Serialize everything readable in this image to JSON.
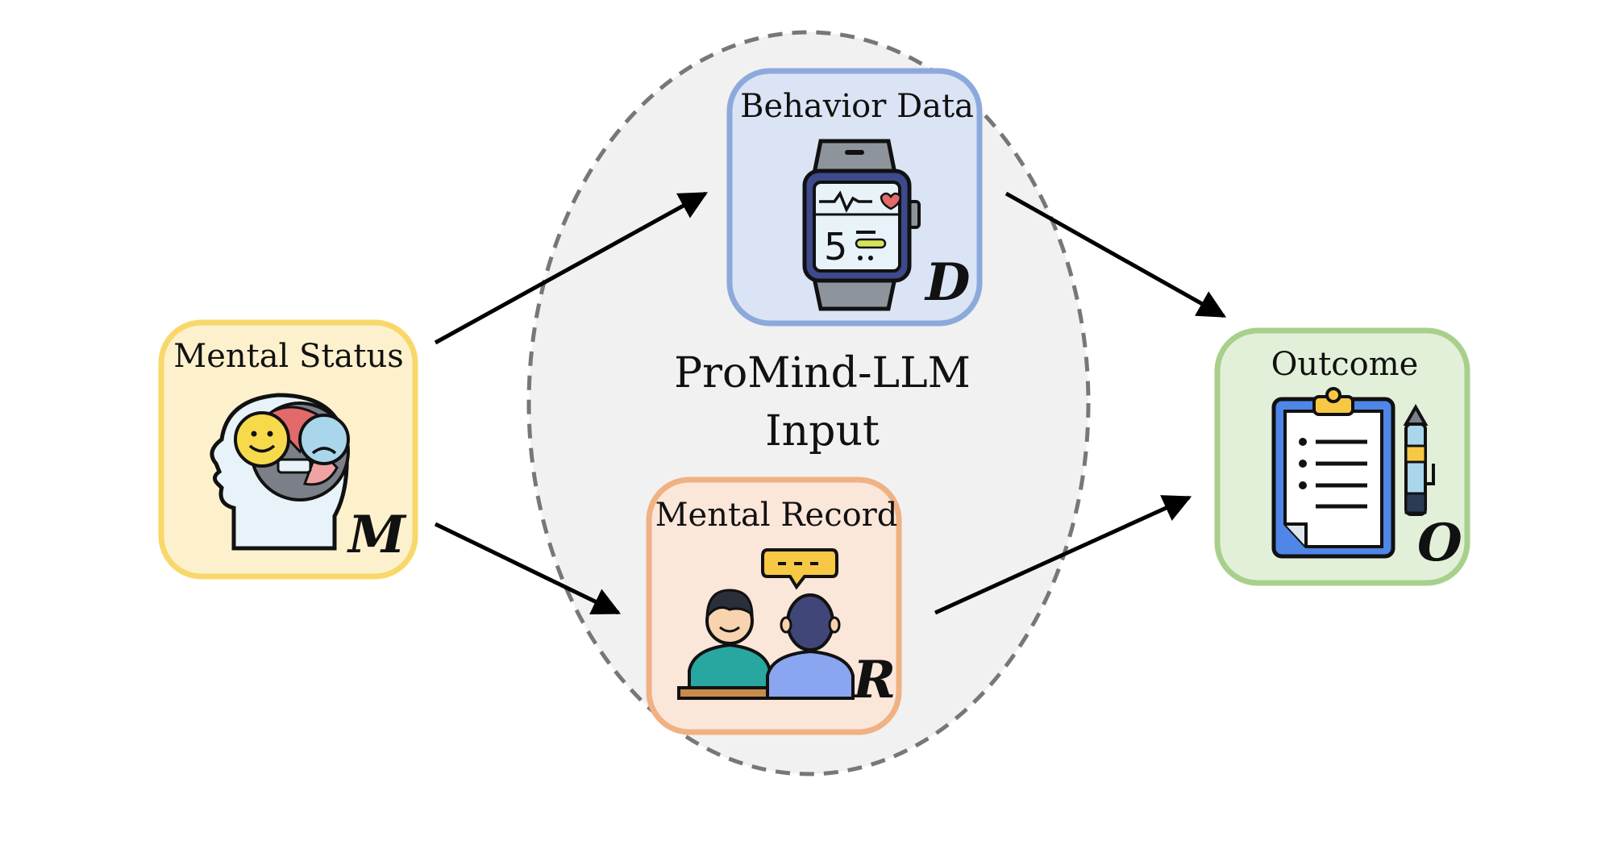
{
  "center": {
    "line1": "ProMind-LLM",
    "line2": "Input"
  },
  "nodes": {
    "mental_status": {
      "title": "Mental Status",
      "symbol": "M",
      "icon": "head-emotions-icon",
      "fill": "#fdf1cd",
      "stroke": "#f8d86a"
    },
    "behavior": {
      "title": "Behavior Data",
      "symbol": "D",
      "icon": "smartwatch-icon",
      "fill": "#dbe4f4",
      "stroke": "#8da9dc"
    },
    "record": {
      "title": "Mental Record",
      "symbol": "R",
      "icon": "counseling-icon",
      "fill": "#fbe6da",
      "stroke": "#f0b183"
    },
    "outcome": {
      "title": "Outcome",
      "symbol": "O",
      "icon": "clipboard-icon",
      "fill": "#e3f0d9",
      "stroke": "#a8d08d"
    }
  },
  "colors": {
    "ellipse_fill": "#f1f1f1",
    "ellipse_stroke": "#777777",
    "arrow": "#000000"
  }
}
